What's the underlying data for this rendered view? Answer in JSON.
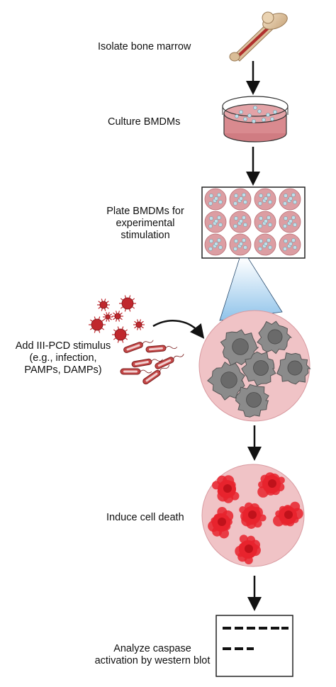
{
  "steps": [
    {
      "id": "isolate",
      "label": "Isolate bone marrow"
    },
    {
      "id": "culture",
      "label": "Culture BMDMs"
    },
    {
      "id": "plate",
      "label": "Plate BMDMs for\nexperimental\nstimulation"
    },
    {
      "id": "stimulus",
      "label": "Add III-PCD stimulus\n(e.g., infection,\nPAMPs, DAMPs)"
    },
    {
      "id": "death",
      "label": "Induce cell death"
    },
    {
      "id": "analyze",
      "label": "Analyze caspase\nactivation by western blot"
    }
  ],
  "colors": {
    "dish_fill": "#d98a8f",
    "well_fill": "#dc9ea3",
    "zoom_bg": "#f1c7c9",
    "cell_gray": "#8b8b8b",
    "nucleus_gray": "#6a6a6a",
    "dead_cell_red": "#e8232d",
    "bacteria": "#b33434",
    "virus": "#c0272d",
    "zoom_beam": "#9cc9ea"
  },
  "icons": [
    "bone-icon",
    "petri-dish-icon",
    "well-plate-icon",
    "virus-icon",
    "bacteria-icon",
    "macrophage-icon",
    "western-blot-icon"
  ]
}
